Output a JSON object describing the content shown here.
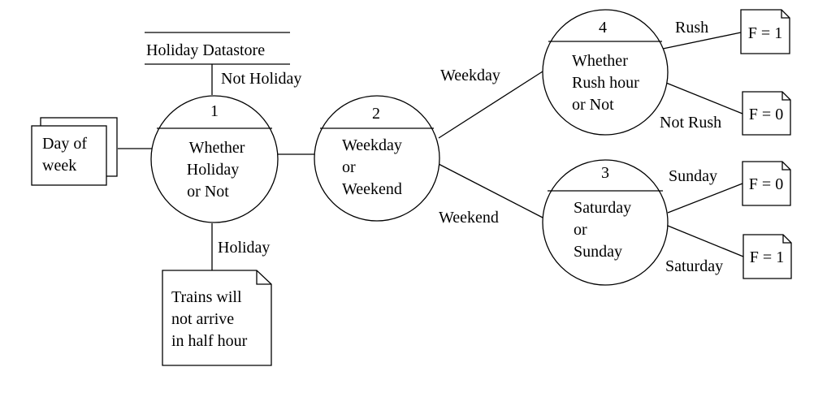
{
  "datastore": {
    "label": "Holiday Datastore"
  },
  "input": {
    "lines": [
      "Day of",
      "week"
    ]
  },
  "processes": {
    "p1": {
      "number": "1",
      "lines": [
        "Whether",
        "Holiday",
        "or Not"
      ]
    },
    "p2": {
      "number": "2",
      "lines": [
        "Weekday",
        "or",
        "Weekend"
      ]
    },
    "p3": {
      "number": "3",
      "lines": [
        "Saturday",
        "or",
        "Sunday"
      ]
    },
    "p4": {
      "number": "4",
      "lines": [
        "Whether",
        "Rush hour",
        "or Not"
      ]
    }
  },
  "holiday_output": {
    "lines": [
      "Trains will",
      "not arrive",
      "in half hour"
    ]
  },
  "edge_labels": {
    "not_holiday": "Not Holiday",
    "holiday": "Holiday",
    "weekday": "Weekday",
    "weekend": "Weekend",
    "rush": "Rush",
    "not_rush": "Not Rush",
    "sunday": "Sunday",
    "saturday": "Saturday"
  },
  "outputs": {
    "rush": "F = 1",
    "not_rush": "F = 0",
    "sunday": "F = 0",
    "saturday": "F = 1"
  }
}
